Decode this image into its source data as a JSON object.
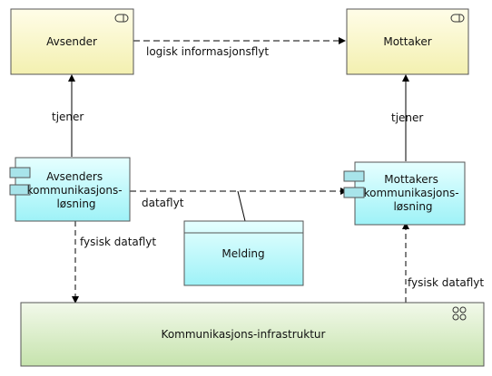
{
  "diagram": {
    "nodes": {
      "avsender": {
        "label": [
          "Avsender"
        ],
        "kind": "business-role",
        "icon": "role-icon"
      },
      "mottaker": {
        "label": [
          "Mottaker"
        ],
        "kind": "business-role",
        "icon": "role-icon"
      },
      "avsenders_losning": {
        "label": [
          "Avsenders",
          "kommunikasjons-",
          "løsning"
        ],
        "kind": "application-component",
        "icon": "component-icon"
      },
      "mottakers_losning": {
        "label": [
          "Mottakers",
          "kommunikasjons-",
          "løsning"
        ],
        "kind": "application-component",
        "icon": "component-icon"
      },
      "melding": {
        "label": [
          "Melding"
        ],
        "kind": "data-object"
      },
      "infrastruktur": {
        "label": [
          "Kommunikasjons-infrastruktur"
        ],
        "kind": "communication-network",
        "icon": "network-icon"
      }
    },
    "edges": {
      "logisk": {
        "label": "logisk informasjonsflyt",
        "from": "avsender",
        "to": "mottaker",
        "style": "dashed"
      },
      "tjener_left": {
        "label": "tjener",
        "from": "avsenders_losning",
        "to": "avsender",
        "style": "solid"
      },
      "tjener_right": {
        "label": "tjener",
        "from": "mottakers_losning",
        "to": "mottaker",
        "style": "solid"
      },
      "dataflyt": {
        "label": "dataflyt",
        "from": "avsenders_losning",
        "to": "mottakers_losning",
        "style": "dashed"
      },
      "fysisk_left": {
        "label": "fysisk dataflyt",
        "from": "avsenders_losning",
        "to": "infrastruktur",
        "style": "dashed"
      },
      "fysisk_right": {
        "label": "fysisk dataflyt",
        "from": "infrastruktur",
        "to": "mottakers_losning",
        "style": "dashed"
      },
      "association": {
        "label": "",
        "from": "melding",
        "to": "dataflyt",
        "style": "solid"
      }
    },
    "colors": {
      "role_fill_top": "#fffde8",
      "role_fill_bottom": "#f3f0b0",
      "component_fill_top": "#e6ffff",
      "component_fill_bottom": "#9ef2f7",
      "network_fill_top": "#f2f9ea",
      "network_fill_bottom": "#c6e3ad",
      "border": "#555555",
      "line": "#000000"
    }
  }
}
